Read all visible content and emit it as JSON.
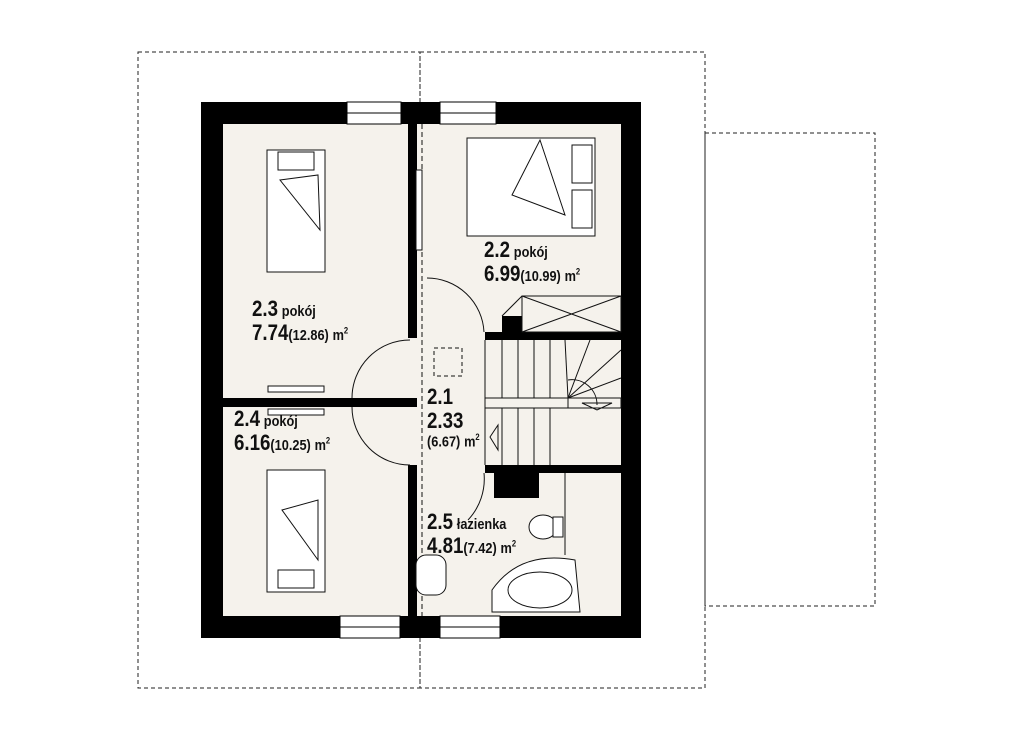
{
  "rooms": [
    {
      "id": "2.1",
      "name": "",
      "area": "2.33",
      "gross": "(6.67)",
      "unit": "m"
    },
    {
      "id": "2.2",
      "name": "pokój",
      "area": "6.99",
      "gross": "(10.99)",
      "unit": "m"
    },
    {
      "id": "2.3",
      "name": "pokój",
      "area": "7.74",
      "gross": "(12.86)",
      "unit": "m"
    },
    {
      "id": "2.4",
      "name": "pokój",
      "area": "6.16",
      "gross": "(10.25)",
      "unit": "m"
    },
    {
      "id": "2.5",
      "name": "łazienka",
      "area": "4.81",
      "gross": "(7.42)",
      "unit": "m"
    }
  ],
  "sup": "2",
  "colors": {
    "wall": "#000000",
    "floor": "#f5f2ec",
    "line": "#111111"
  }
}
